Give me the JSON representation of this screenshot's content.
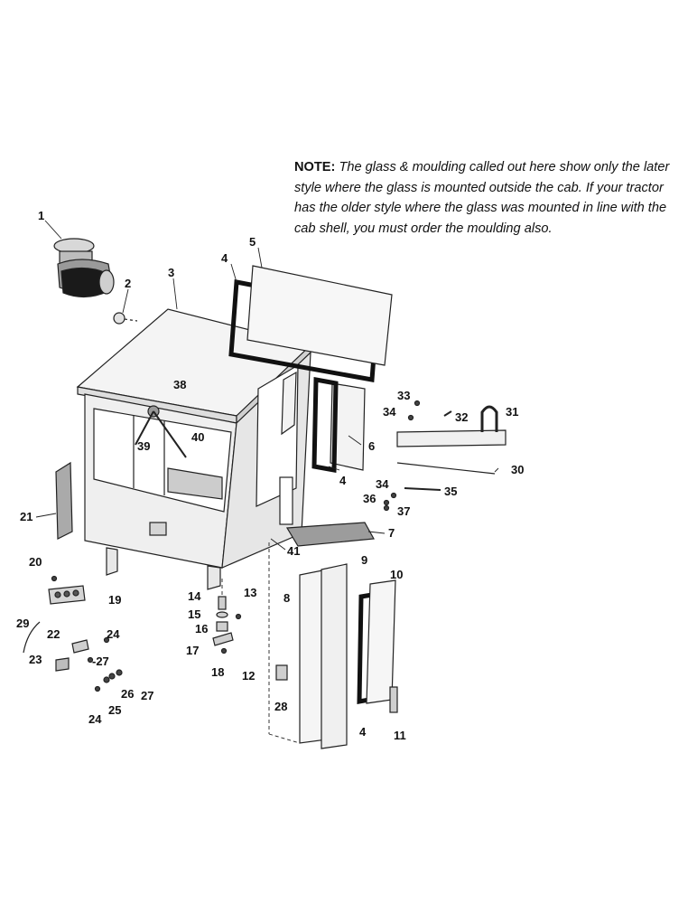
{
  "note": {
    "label": "NOTE:",
    "text": "The glass & moulding called out here show only the later style where the glass is mounted outside the cab. If your tractor has the older style where the glass was mounted in line with the cab shell, you must order the moulding also."
  },
  "callouts": [
    "1",
    "2",
    "3",
    "4",
    "5",
    "6",
    "4",
    "7",
    "8",
    "9",
    "10",
    "4",
    "11",
    "12",
    "13",
    "14",
    "15",
    "16",
    "17",
    "18",
    "19",
    "20",
    "21",
    "22",
    "23",
    "24",
    "-27",
    "24",
    "25",
    "26",
    "27",
    "28",
    "29",
    "30",
    "31",
    "32",
    "33",
    "34",
    "34",
    "35",
    "36",
    "37",
    "38",
    "39",
    "40",
    "41"
  ]
}
